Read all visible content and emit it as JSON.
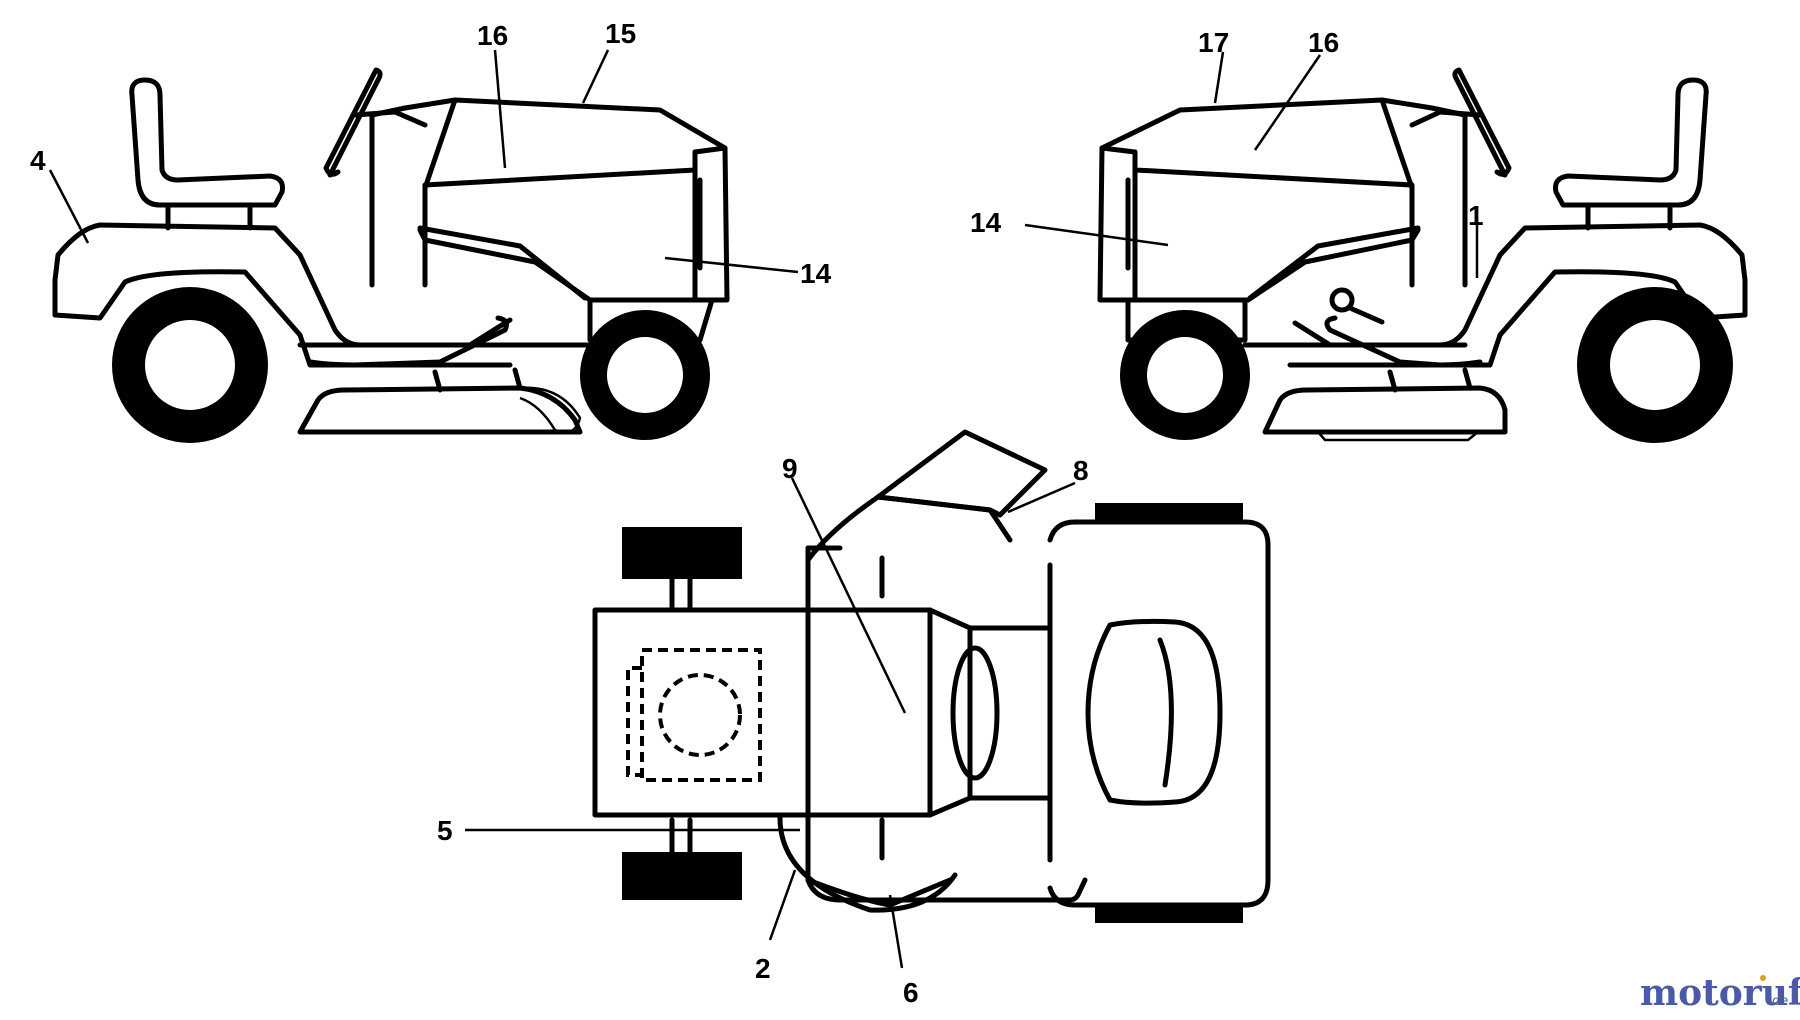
{
  "callouts": {
    "c1": "1",
    "c2": "2",
    "c4": "4",
    "c5": "5",
    "c6": "6",
    "c8": "8",
    "c9": "9",
    "c14_left": "14",
    "c14_right": "14",
    "c15": "15",
    "c16_left": "16",
    "c16_right": "16",
    "c17": "17"
  },
  "watermark": {
    "text": "motoruf",
    "suffix": ".de",
    "colors": {
      "primary": "#4a5aa8",
      "accent": "#d8a020"
    }
  }
}
